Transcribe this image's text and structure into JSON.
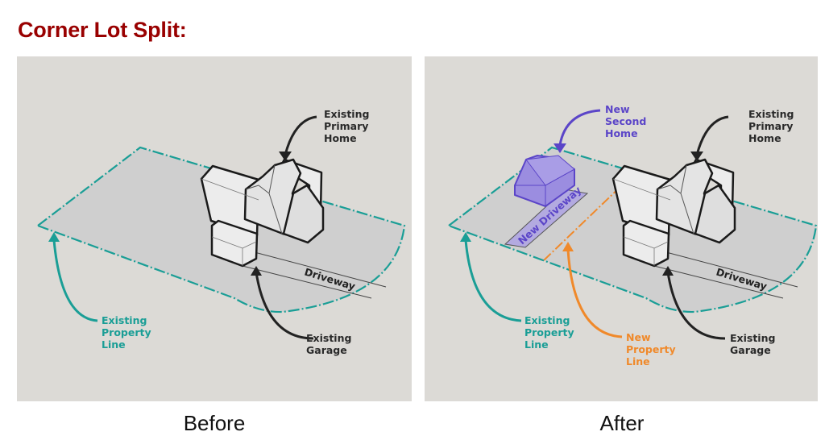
{
  "title": "Corner Lot Split:",
  "colors": {
    "title": "#990000",
    "panel_bg": "#dcdad6",
    "lot_fill": "#cfcfcf",
    "existing_property_line": "#1a9e96",
    "new_property_line": "#f0892a",
    "new_second_home": "#6a4fd8",
    "existing_label": "#2a2a2a"
  },
  "panels": {
    "before": {
      "caption": "Before",
      "labels": {
        "primary_home": [
          "Existing",
          "Primary",
          "Home"
        ],
        "garage": [
          "Existing",
          "Garage"
        ],
        "property_line": [
          "Existing",
          "Property",
          "Line"
        ],
        "driveway": "Driveway"
      }
    },
    "after": {
      "caption": "After",
      "labels": {
        "second_home": [
          "New",
          "Second",
          "Home"
        ],
        "primary_home": [
          "Existing",
          "Primary",
          "Home"
        ],
        "garage": [
          "Existing",
          "Garage"
        ],
        "property_line": [
          "Existing",
          "Property",
          "Line"
        ],
        "new_property_line": [
          "New",
          "Property",
          "Line"
        ],
        "driveway": "Driveway",
        "new_driveway": "New Driveway"
      }
    }
  }
}
